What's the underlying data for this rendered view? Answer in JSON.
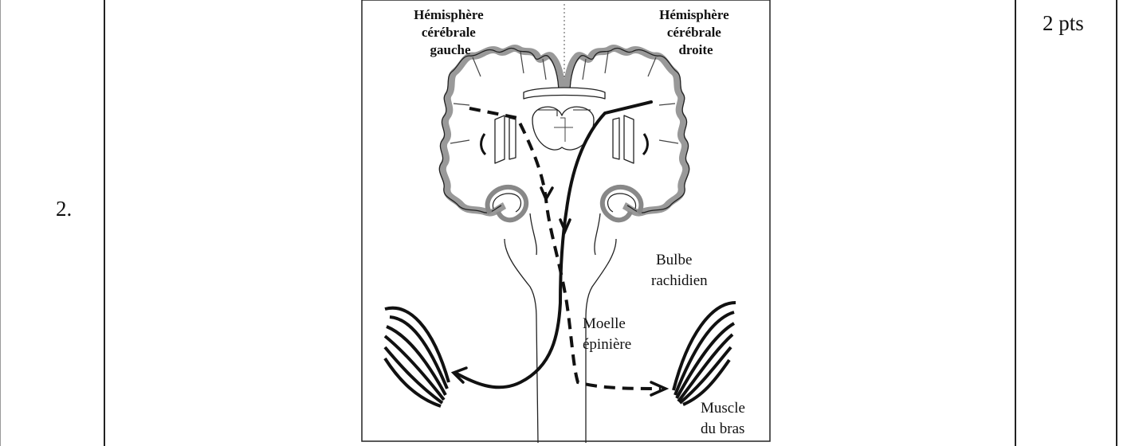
{
  "question": {
    "number": "2.",
    "points": "2 pts"
  },
  "diagram": {
    "labels": {
      "left_hemisphere": [
        "Hémisphère",
        "cérébrale",
        "gauche"
      ],
      "right_hemisphere": [
        "Hémisphère",
        "cérébrale",
        "droite"
      ],
      "medulla": [
        "Bulbe",
        "rachidien"
      ],
      "spinal_cord": [
        "Moelle",
        "épinière"
      ],
      "muscle": [
        "Muscle",
        "du bras"
      ]
    }
  }
}
